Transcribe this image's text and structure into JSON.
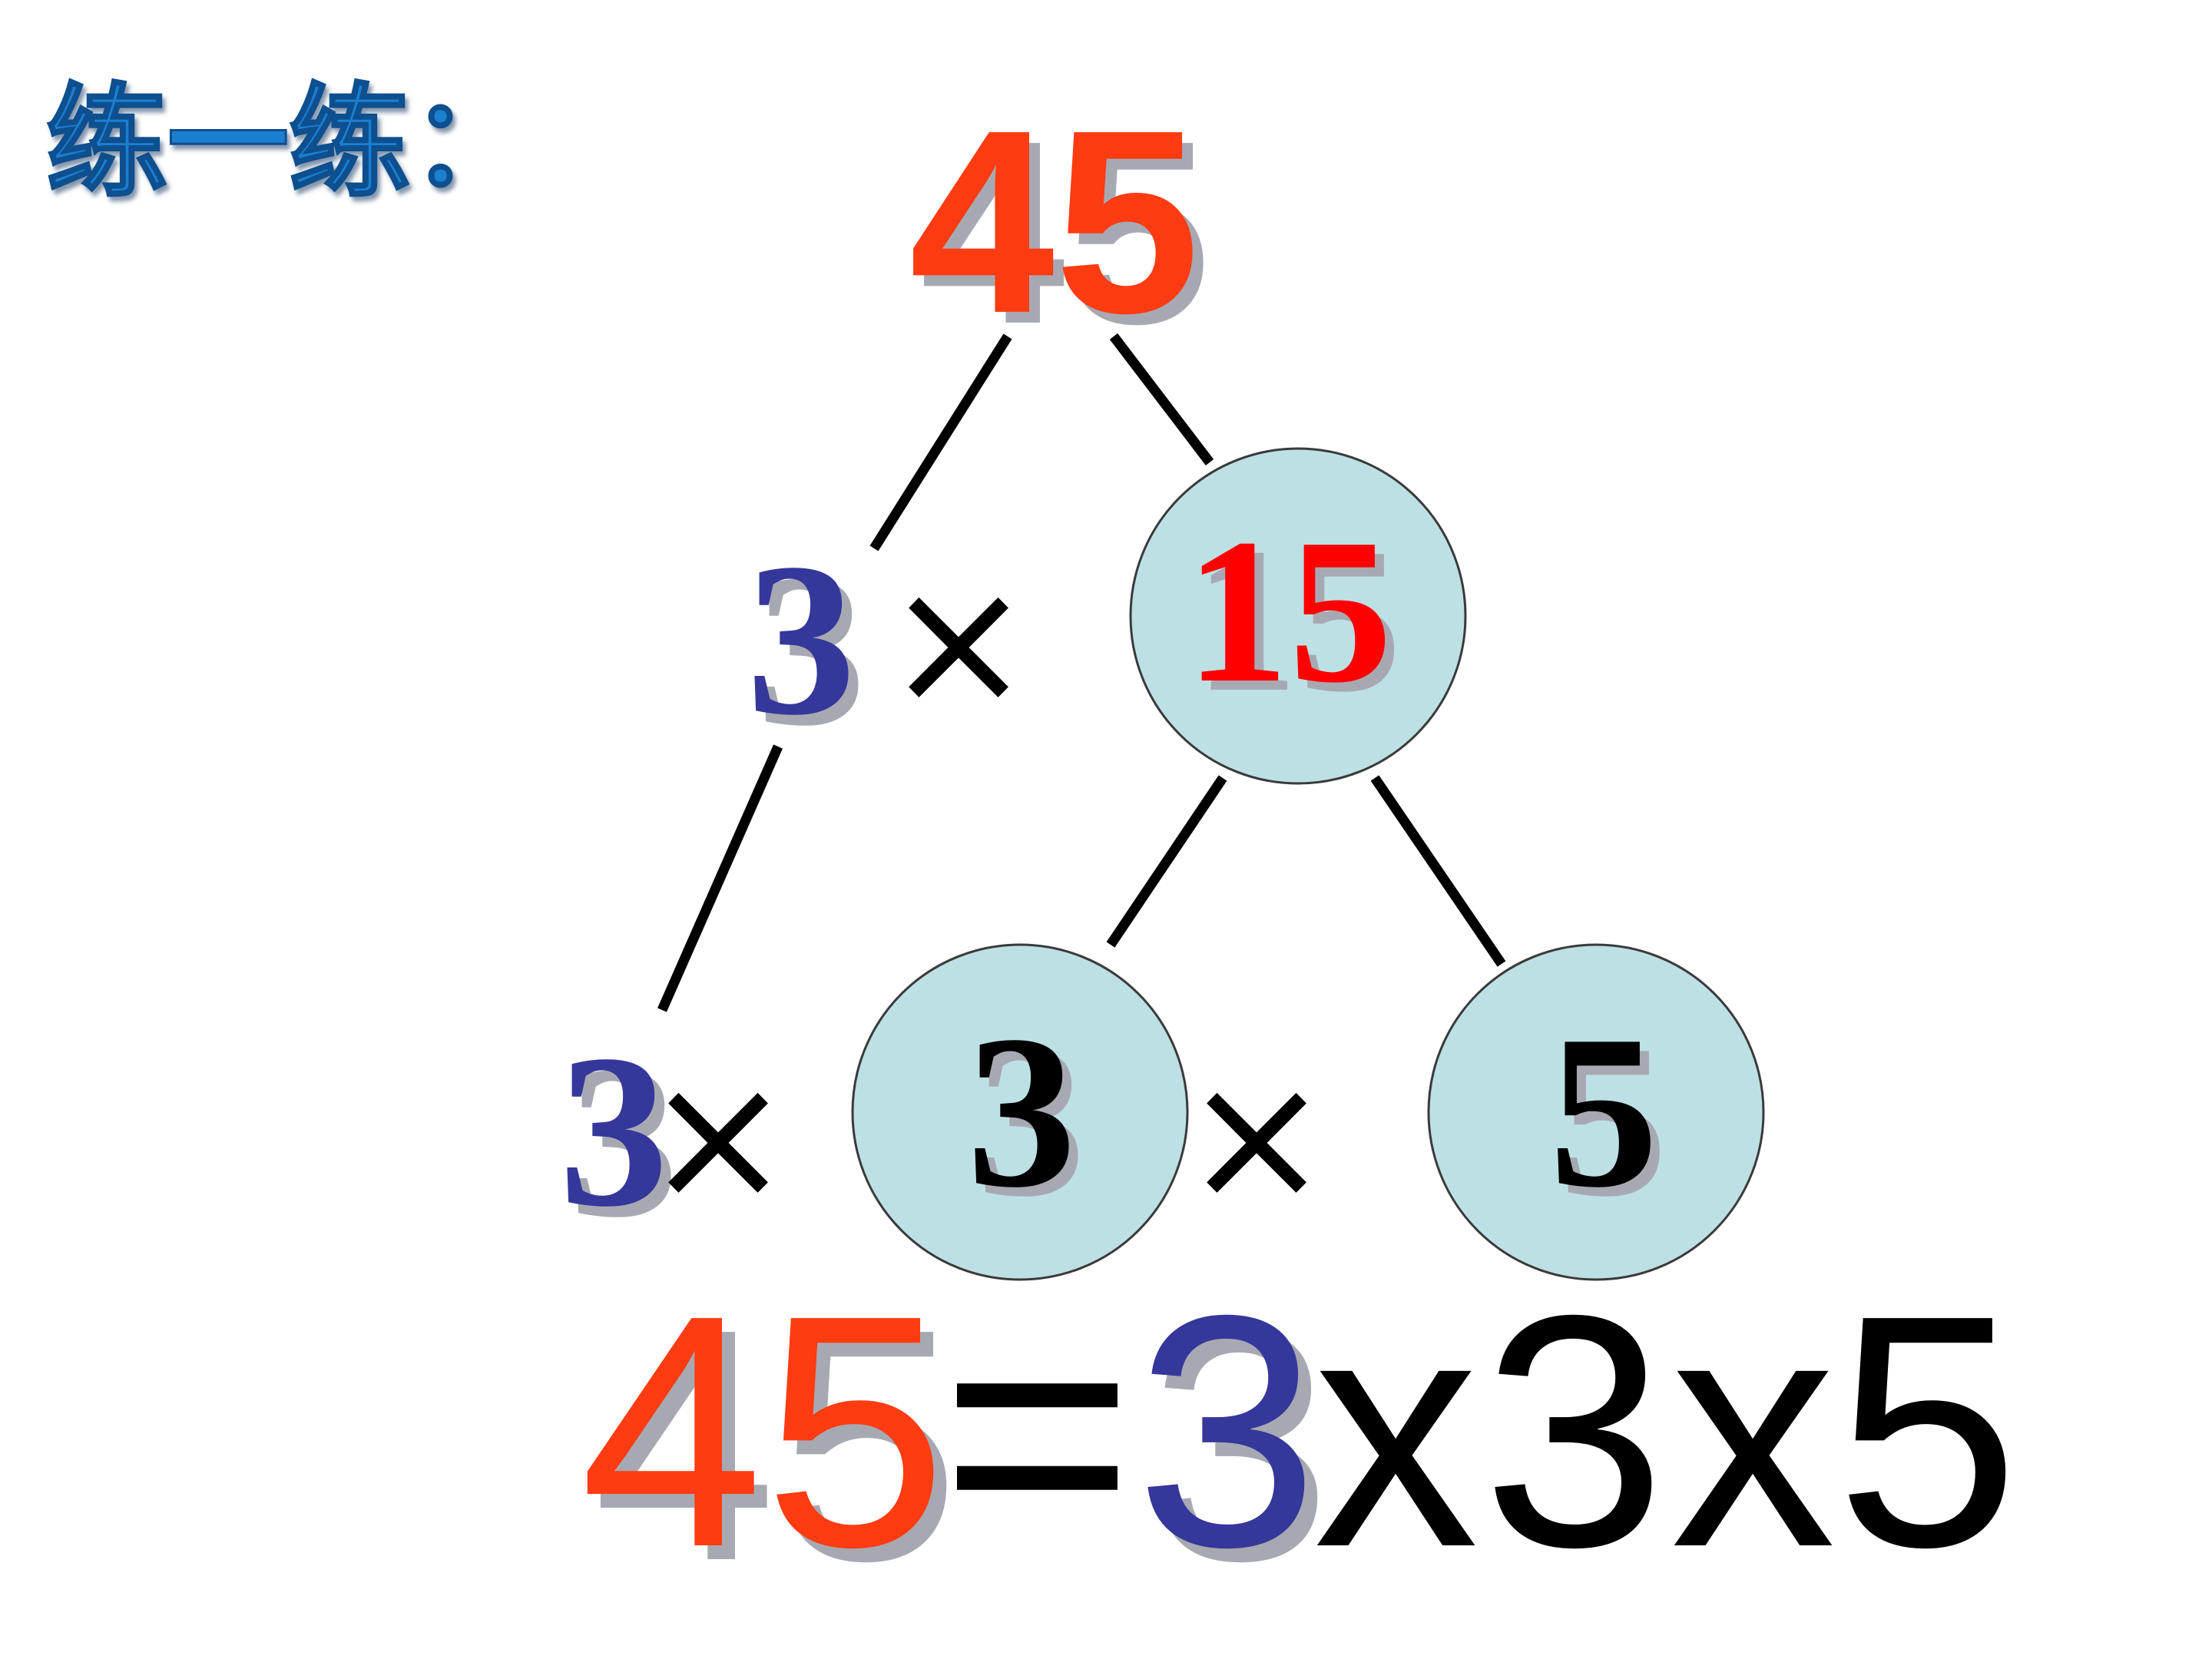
{
  "title": "练一练：",
  "tree": {
    "root": "45",
    "level1": {
      "left": "3",
      "op": "×",
      "right": "15"
    },
    "level2": {
      "left": "3",
      "op1": "×",
      "middle": "3",
      "op2": "×",
      "right": "5"
    }
  },
  "equation": {
    "lhs": "45",
    "eq": "=",
    "f1": "3",
    "x1": "x",
    "f2": "3",
    "x2": "x",
    "f3": "5"
  },
  "colors": {
    "title_blue": "#1b7fd0",
    "root_red": "#ff3b12",
    "fifteen_red": "#ff0000",
    "factor_blue": "#35379a",
    "shadow_gray": "#a7a9b2",
    "circle_fill": "#bde0e5",
    "ink": "#000000"
  }
}
